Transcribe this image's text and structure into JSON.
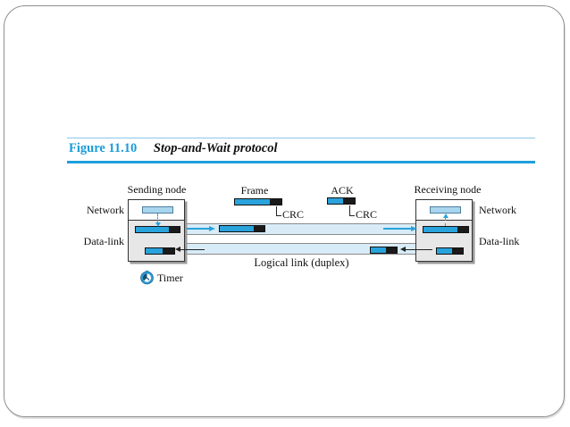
{
  "slide": {
    "figure_label": "Figure 11.10",
    "figure_title": "Stop-and-Wait protocol"
  },
  "diagram": {
    "sender": {
      "title": "Sending node",
      "network_label": "Network",
      "datalink_label": "Data-link",
      "timer_label": "Timer"
    },
    "receiver": {
      "title": "Receiving node",
      "network_label": "Network",
      "datalink_label": "Data-link"
    },
    "legend": {
      "frame": {
        "label": "Frame",
        "crc_label": "CRC"
      },
      "ack": {
        "label": "ACK",
        "crc_label": "CRC"
      }
    },
    "channel_label": "Logical link (duplex)",
    "colors": {
      "title_blue": "#1e9fdb",
      "frame_blue": "#29a3dc",
      "packet_blue": "#a9d6ef",
      "channel_blue": "#d8ecf8",
      "node_gray": "#e7e7e7",
      "crc_black": "#1a1a1a"
    }
  }
}
